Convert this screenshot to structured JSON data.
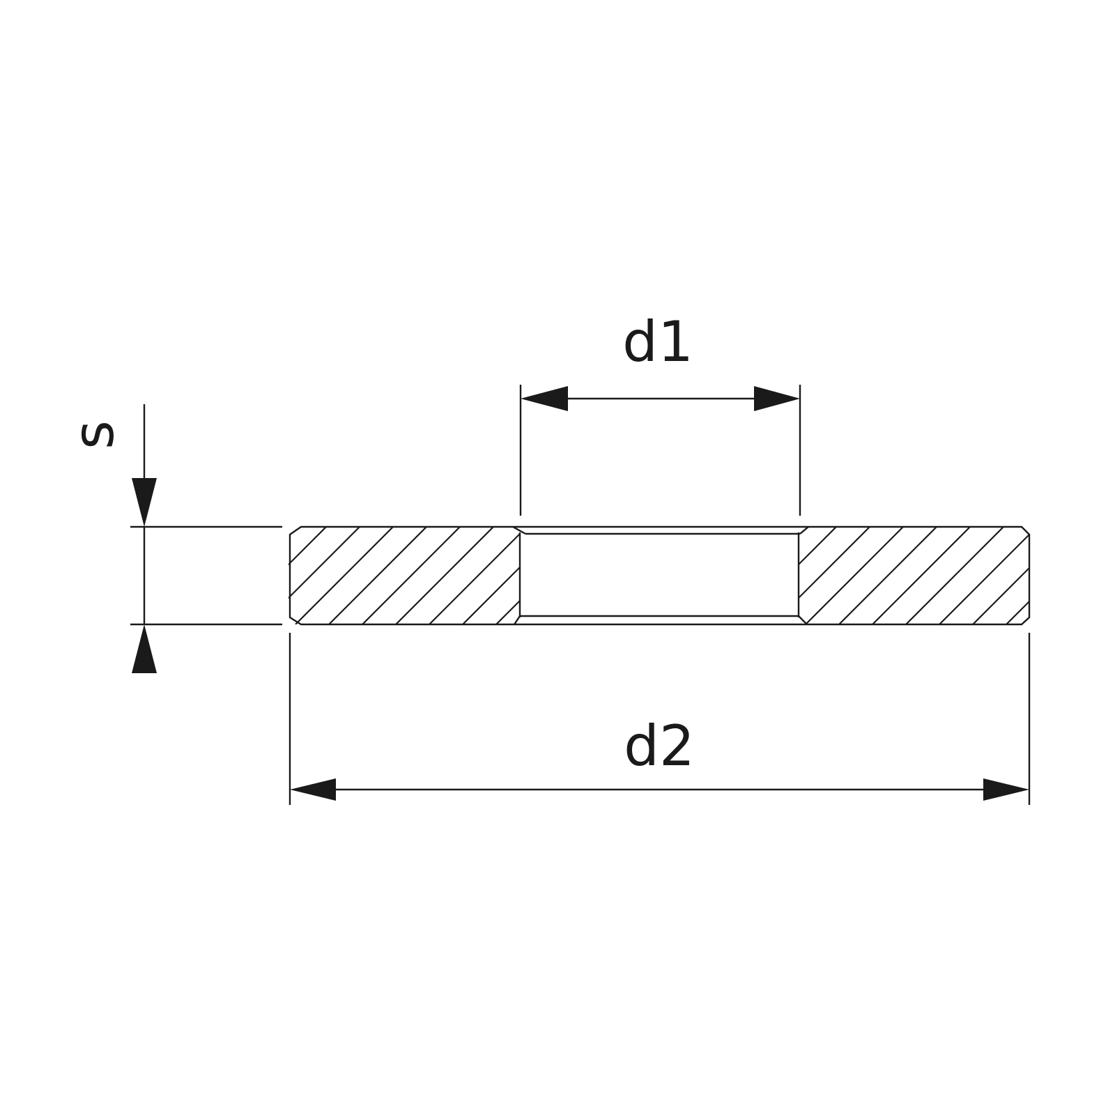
{
  "labels": {
    "d1": "d1",
    "d2": "d2",
    "s": "s"
  },
  "colors": {
    "line": "#1a1a1a",
    "background": "#ffffff"
  }
}
